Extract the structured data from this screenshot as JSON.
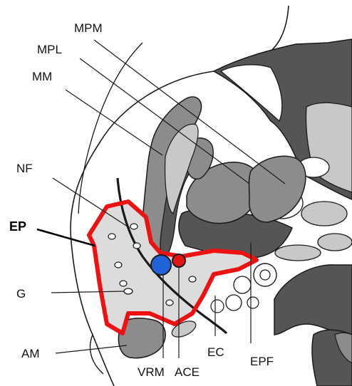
{
  "labels": {
    "mpm": "MPM",
    "mpl": "MPL",
    "mm": "MM",
    "nf": "NF",
    "ep": "EP",
    "g": "G",
    "am": "AM",
    "vrm": "VRM",
    "ace": "ACE",
    "ec": "EC",
    "epf": "EPF"
  },
  "colors": {
    "ep_outline": "#ee1111",
    "blue_marker": "#1f63d6",
    "red_marker": "#e01616",
    "dark_gray": "#555555",
    "mid_gray": "#8c8c8c",
    "light_gray": "#c8c8c8",
    "outline": "#1a1a1a"
  }
}
